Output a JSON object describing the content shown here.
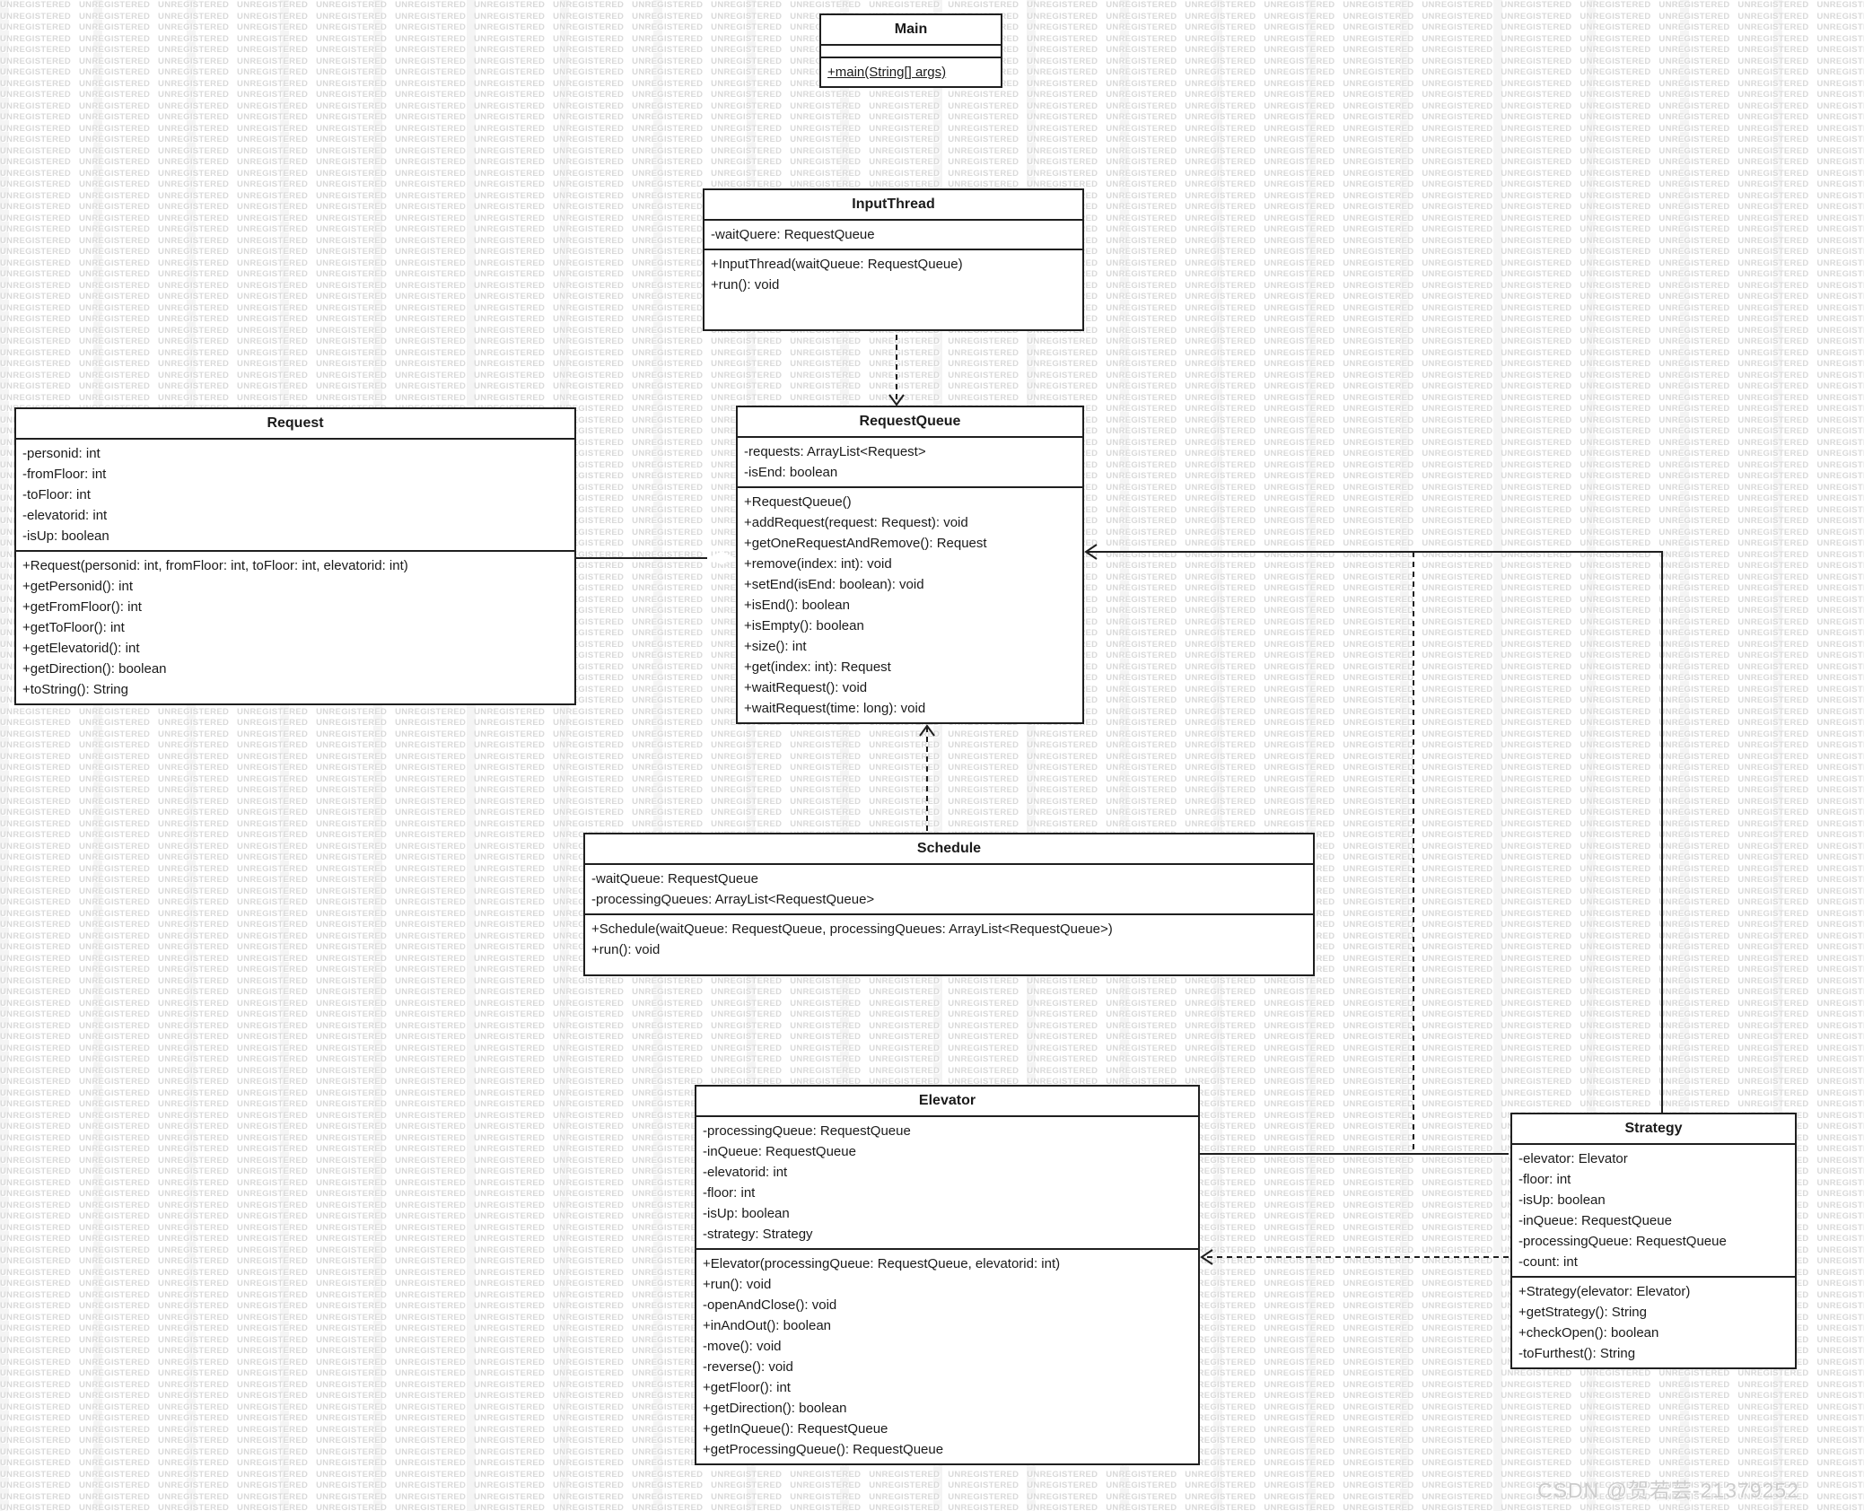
{
  "watermark": {
    "tile_text": "UNREGISTERED",
    "csdn_text": "CSDN @贺若芸-21379252"
  },
  "colors": {
    "box_border": "#1f1f1f",
    "box_background": "#ffffff",
    "text": "#1a1a1a",
    "tile_watermark": "#d9d9d9",
    "csdn_watermark": "#cccccc"
  },
  "classes": {
    "main": {
      "name": "Main",
      "attributes": [],
      "methods": [
        "+main(String[] args)"
      ]
    },
    "input_thread": {
      "name": "InputThread",
      "attributes": [
        "-waitQuere: RequestQueue"
      ],
      "methods": [
        "+InputThread(waitQueue: RequestQueue)",
        "+run(): void"
      ]
    },
    "request": {
      "name": "Request",
      "attributes": [
        "-personid: int",
        "-fromFloor: int",
        "-toFloor: int",
        "-elevatorid: int",
        "-isUp: boolean"
      ],
      "methods": [
        "+Request(personid: int, fromFloor: int, toFloor: int, elevatorid: int)",
        "+getPersonid(): int",
        "+getFromFloor(): int",
        "+getToFloor(): int",
        "+getElevatorid(): int",
        "+getDirection(): boolean",
        "+toString(): String"
      ]
    },
    "request_queue": {
      "name": "RequestQueue",
      "attributes": [
        "-requests: ArrayList<Request>",
        "-isEnd: boolean"
      ],
      "methods": [
        "+RequestQueue()",
        "+addRequest(request: Request): void",
        "+getOneRequestAndRemove(): Request",
        "+remove(index: int): void",
        "+setEnd(isEnd: boolean): void",
        "+isEnd(): boolean",
        "+isEmpty(): boolean",
        "+size(): int",
        "+get(index: int): Request",
        "+waitRequest(): void",
        "+waitRequest(time: long): void"
      ]
    },
    "schedule": {
      "name": "Schedule",
      "attributes": [
        "-waitQueue: RequestQueue",
        "-processingQueues: ArrayList<RequestQueue>"
      ],
      "methods": [
        "+Schedule(waitQueue: RequestQueue, processingQueues: ArrayList<RequestQueue>)",
        "+run(): void"
      ]
    },
    "elevator": {
      "name": "Elevator",
      "attributes": [
        "-processingQueue: RequestQueue",
        "-inQueue: RequestQueue",
        "-elevatorid: int",
        "-floor: int",
        "-isUp: boolean",
        "-strategy: Strategy"
      ],
      "methods": [
        "+Elevator(processingQueue: RequestQueue, elevatorid: int)",
        "+run(): void",
        "-openAndClose(): void",
        "+inAndOut(): boolean",
        "-move(): void",
        "-reverse(): void",
        "+getFloor(): int",
        "+getDirection(): boolean",
        "+getInQueue(): RequestQueue",
        "+getProcessingQueue(): RequestQueue"
      ]
    },
    "strategy": {
      "name": "Strategy",
      "attributes": [
        "-elevator: Elevator",
        "-floor: int",
        "-isUp: boolean",
        "-inQueue: RequestQueue",
        "-processingQueue: RequestQueue",
        "-count: int"
      ],
      "methods": [
        "+Strategy(elevator: Elevator)",
        "+getStrategy(): String",
        "+checkOpen(): boolean",
        "-toFurthest(): String"
      ]
    }
  },
  "relationships": [
    {
      "from": "InputThread",
      "to": "RequestQueue",
      "type": "dashed dependency, open arrow at RequestQueue top"
    },
    {
      "from": "Schedule",
      "to": "RequestQueue",
      "type": "dashed dependency, open arrow at RequestQueue bottom"
    },
    {
      "from": "RequestQueue",
      "to": "Request",
      "type": "aggregation, open diamond at RequestQueue left edge"
    },
    {
      "from": "Strategy",
      "to": "RequestQueue",
      "type": "solid association, open arrow at RequestQueue right edge"
    },
    {
      "from": "Elevator",
      "to": "RequestQueue",
      "type": "dashed dependency joining association path"
    },
    {
      "from": "Elevator",
      "to": "Strategy",
      "type": "solid association"
    },
    {
      "from": "Strategy",
      "to": "Elevator",
      "type": "dashed dependency, open arrow at Elevator right edge"
    }
  ]
}
